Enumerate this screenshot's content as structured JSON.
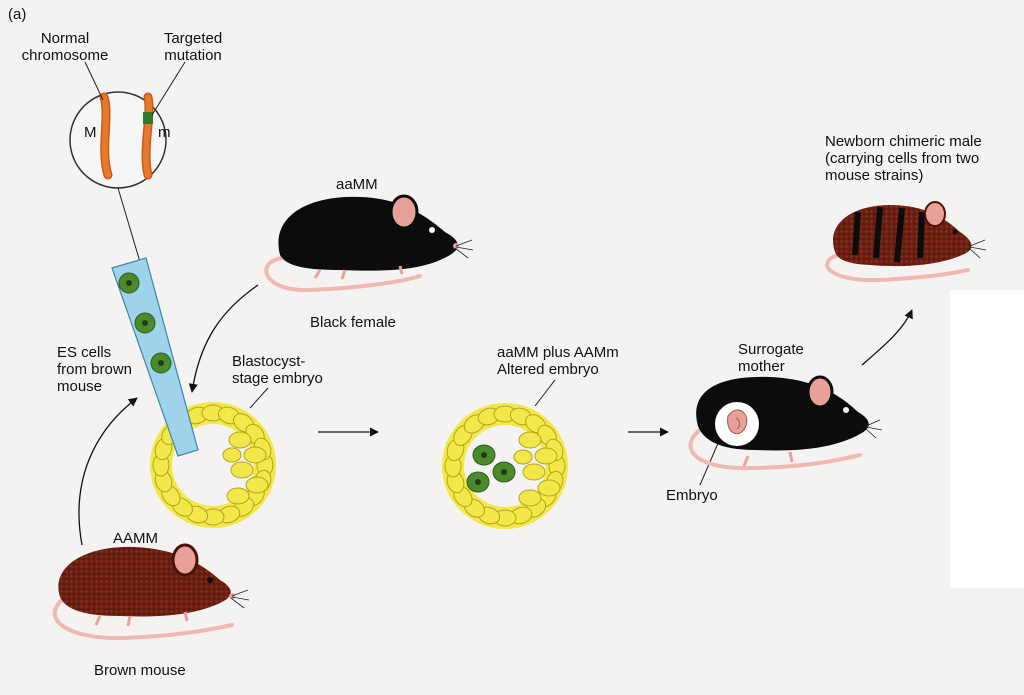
{
  "panel_letter": "(a)",
  "labels": {
    "normal_chromosome": "Normal\nchromosome",
    "targeted_mutation": "Targeted\nmutation",
    "allele_M": "M",
    "allele_m": "m",
    "black_genotype": "aaMM",
    "black_female": "Black female",
    "newborn_chimeric": "Newborn chimeric male\n(carrying cells from two\nmouse strains)",
    "es_cells": "ES cells\nfrom brown\nmouse",
    "blastocyst": "Blastocyst-\nstage embryo",
    "altered_embryo": "aaMM plus AAMm\nAltered embryo",
    "surrogate_mother": "Surrogate\nmother",
    "embryo": "Embryo",
    "brown_genotype": "AAMM",
    "brown_mouse": "Brown mouse"
  },
  "colors": {
    "background": "#f4f3f1",
    "brown_mouse": "#6b1f12",
    "black_mouse": "#0c0c0c",
    "ear_pink": "#e8a19a",
    "tail_pink": "#efb8b4",
    "cell_yellow": "#f2e84a",
    "cell_outline": "#b6a21c",
    "es_cell_green": "#4b8a2c",
    "pipette_blue": "#9fd3ec",
    "chromosome_orange": "#e8782a",
    "mutation_green": "#2f7a2a"
  }
}
